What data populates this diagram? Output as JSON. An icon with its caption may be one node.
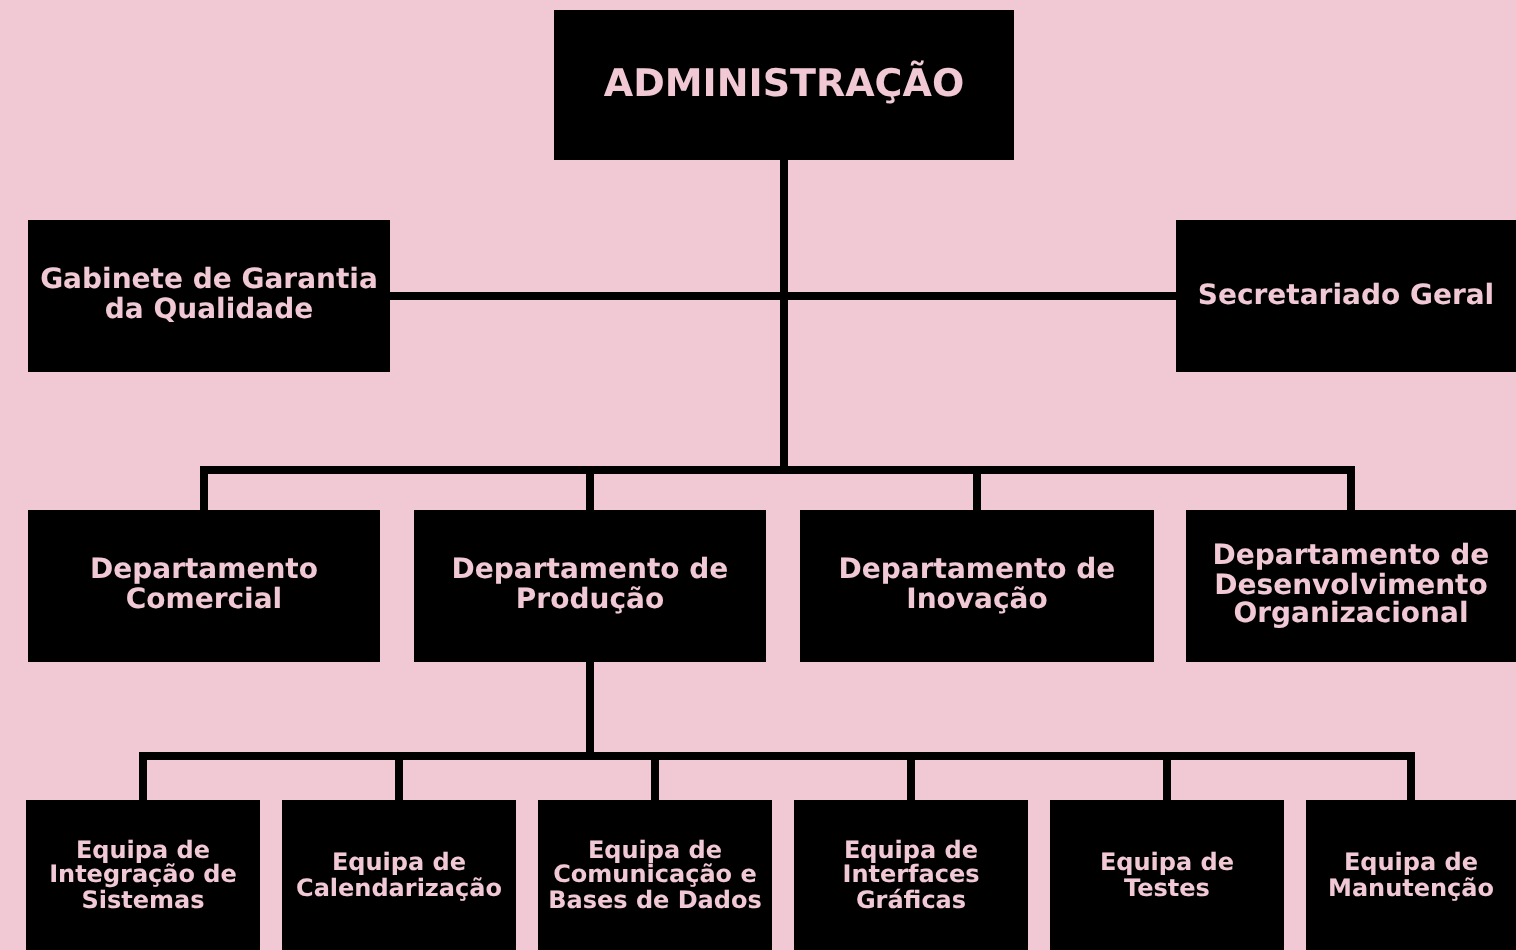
{
  "diagram": {
    "nodes": [
      {
        "text": [
          "ADMINISTRAÇÃO"
        ]
      },
      {
        "text": [
          "Gabinete de Garantia da Qualidade"
        ]
      },
      {
        "text": [
          "Secretariado Geral"
        ]
      },
      {
        "text": [
          "Departamento Comercial"
        ]
      },
      {
        "text": [
          "Departamento de Produção"
        ]
      },
      {
        "text": [
          "Departamento de Inovação"
        ]
      },
      {
        "text": [
          "Departamento de Desenvolvimento Organizacional"
        ]
      },
      {
        "text": [
          "Equipa de Integração de Sistemas"
        ]
      },
      {
        "text": [
          "Equipa de Calendarização"
        ]
      },
      {
        "text": [
          "Equipa de Comunicação e Bases de Dados"
        ]
      },
      {
        "text": [
          "Equipa de Interfaces Gráficas"
        ]
      },
      {
        "text": [
          "Equipa de Testes"
        ]
      },
      {
        "text": [
          "Equipa de Manutenção"
        ]
      }
    ],
    "edges": [
      {
        "from": 0,
        "to": 1,
        "arrow": "none"
      },
      {
        "from": 0,
        "to": 2,
        "arrow": "none"
      },
      {
        "from": 0,
        "to": 3,
        "arrow": "none"
      },
      {
        "from": 0,
        "to": 4,
        "arrow": "none"
      },
      {
        "from": 0,
        "to": 5,
        "arrow": "none"
      },
      {
        "from": 0,
        "to": 6,
        "arrow": "none"
      },
      {
        "from": 4,
        "to": 7,
        "arrow": "none"
      },
      {
        "from": 4,
        "to": 8,
        "arrow": "none"
      },
      {
        "from": 4,
        "to": 9,
        "arrow": "none"
      },
      {
        "from": 4,
        "to": 10,
        "arrow": "none"
      },
      {
        "from": 4,
        "to": 11,
        "arrow": "none"
      },
      {
        "from": 4,
        "to": 12,
        "arrow": "none"
      }
    ]
  }
}
